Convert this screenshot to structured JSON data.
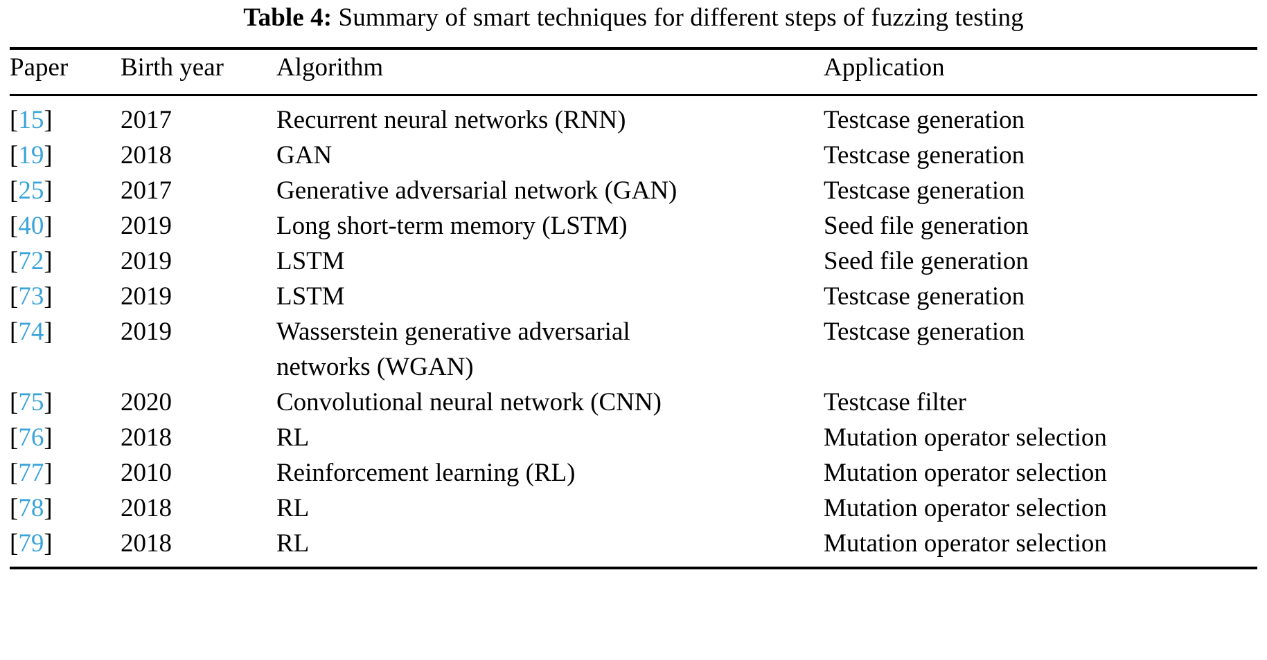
{
  "caption": {
    "label": "Table 4:",
    "text": "Summary of smart techniques for different steps of fuzzing testing"
  },
  "colors": {
    "citation_link": "#3aa3da",
    "text": "#000000",
    "rule": "#000000",
    "background": "#ffffff"
  },
  "table": {
    "columns": [
      {
        "key": "paper",
        "label": "Paper"
      },
      {
        "key": "birth_year",
        "label": "Birth year"
      },
      {
        "key": "algorithm",
        "label": "Algorithm"
      },
      {
        "key": "application",
        "label": "Application"
      }
    ],
    "rows": [
      {
        "ref_open": "[",
        "ref_num": "15",
        "ref_close": "]",
        "birth_year": "2017",
        "algorithm": "Recurrent neural networks (RNN)",
        "algorithm_line2": "",
        "application": "Testcase generation"
      },
      {
        "ref_open": "[",
        "ref_num": "19",
        "ref_close": "]",
        "birth_year": "2018",
        "algorithm": "GAN",
        "algorithm_line2": "",
        "application": "Testcase generation"
      },
      {
        "ref_open": "[",
        "ref_num": "25",
        "ref_close": "]",
        "birth_year": "2017",
        "algorithm": "Generative adversarial network (GAN)",
        "algorithm_line2": "",
        "application": "Testcase generation"
      },
      {
        "ref_open": "[",
        "ref_num": "40",
        "ref_close": "]",
        "birth_year": "2019",
        "algorithm": "Long short-term memory (LSTM)",
        "algorithm_line2": "",
        "application": "Seed file generation"
      },
      {
        "ref_open": "[",
        "ref_num": "72",
        "ref_close": "]",
        "birth_year": "2019",
        "algorithm": "LSTM",
        "algorithm_line2": "",
        "application": "Seed file generation"
      },
      {
        "ref_open": "[",
        "ref_num": "73",
        "ref_close": "]",
        "birth_year": "2019",
        "algorithm": "LSTM",
        "algorithm_line2": "",
        "application": "Testcase generation"
      },
      {
        "ref_open": "[",
        "ref_num": "74",
        "ref_close": "]",
        "birth_year": "2019",
        "algorithm": "Wasserstein generative adversarial",
        "algorithm_line2": "networks (WGAN)",
        "application": "Testcase generation"
      },
      {
        "ref_open": "[",
        "ref_num": "75",
        "ref_close": "]",
        "birth_year": "2020",
        "algorithm": "Convolutional neural network (CNN)",
        "algorithm_line2": "",
        "application": "Testcase filter"
      },
      {
        "ref_open": "[",
        "ref_num": "76",
        "ref_close": "]",
        "birth_year": "2018",
        "algorithm": "RL",
        "algorithm_line2": "",
        "application": "Mutation operator selection"
      },
      {
        "ref_open": "[",
        "ref_num": "77",
        "ref_close": "]",
        "birth_year": "2010",
        "algorithm": "Reinforcement learning (RL)",
        "algorithm_line2": "",
        "application": "Mutation operator selection"
      },
      {
        "ref_open": "[",
        "ref_num": "78",
        "ref_close": "]",
        "birth_year": "2018",
        "algorithm": "RL",
        "algorithm_line2": "",
        "application": "Mutation operator selection"
      },
      {
        "ref_open": "[",
        "ref_num": "79",
        "ref_close": "]",
        "birth_year": "2018",
        "algorithm": "RL",
        "algorithm_line2": "",
        "application": "Mutation operator selection"
      }
    ]
  }
}
